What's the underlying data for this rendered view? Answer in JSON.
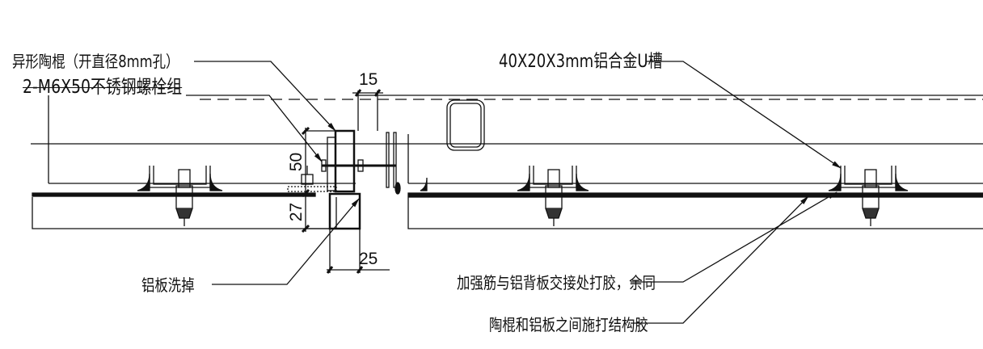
{
  "drawing": {
    "labels": {
      "ceramic_rod": "异形陶棍（开直径8mm孔）",
      "bolt_group": "2-M6X50不锈钢螺栓组",
      "u_channel": "40X20X3mm铝合金U槽",
      "aluminum_cut": "铝板洗掉",
      "rib_glue": "加强筋与铝背板交接处打胶，余同",
      "structural_glue": "陶棍和铝板之间施打结构胶"
    },
    "dimensions": {
      "rod_width": "15",
      "rod_height": "50",
      "panel_depth": "27",
      "lower_width": "25"
    },
    "colors": {
      "line": "#111111",
      "background": "#ffffff"
    }
  }
}
